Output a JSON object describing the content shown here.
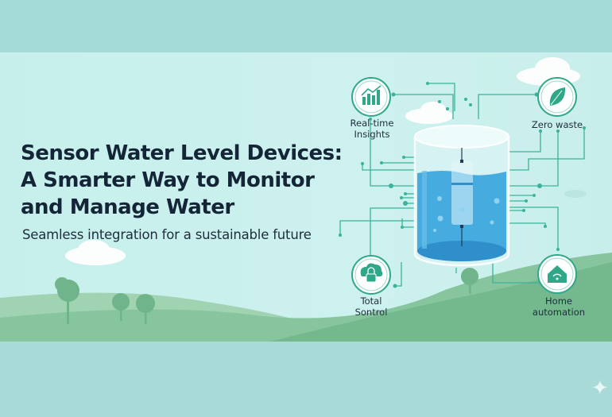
{
  "headline": {
    "lines": [
      "Sensor Water Level Devices:",
      "A Smarter Way to Monitor",
      "and Manage Water"
    ],
    "subtitle": "Seamless integration for a sustainable future"
  },
  "features": [
    {
      "label": "Real-time Insights",
      "icon": "bar-chart-icon"
    },
    {
      "label": "Zero waste",
      "icon": "leaf-icon"
    },
    {
      "label_lines": [
        "Total",
        "Sontrol"
      ],
      "icon": "cloud-lock-icon"
    },
    {
      "label_lines": [
        "Home",
        "automation"
      ],
      "icon": "smart-home-icon"
    }
  ],
  "colors": {
    "accent": "#2fa88a",
    "hill": "#7fc29a",
    "water": "#3fa9dc",
    "text": "#142538"
  }
}
